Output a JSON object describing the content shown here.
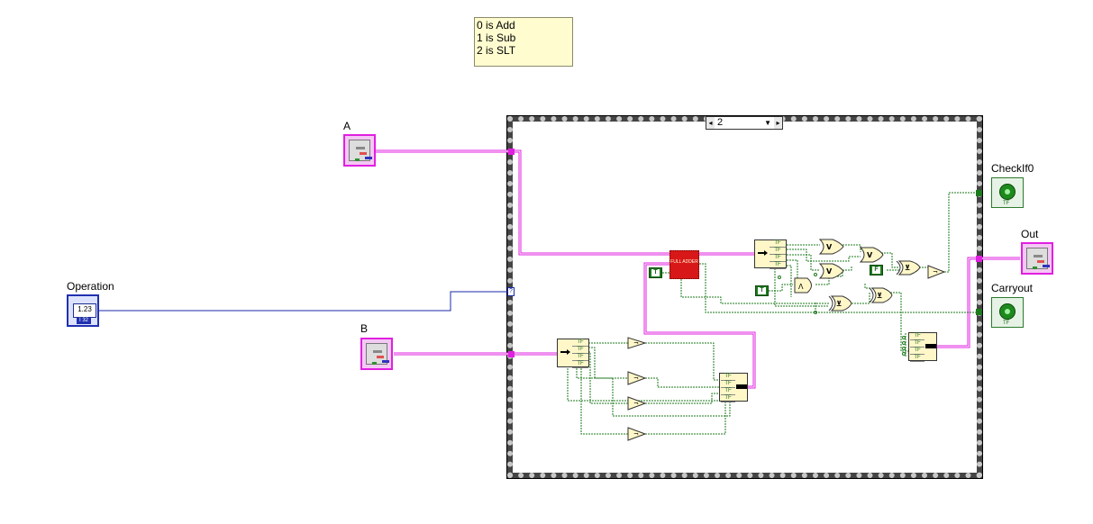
{
  "comment": {
    "lines": [
      "0 is Add",
      "1 is Sub",
      "2 is SLT"
    ]
  },
  "labels": {
    "a": "A",
    "b": "B",
    "operation": "Operation",
    "checkif0": "CheckIf0",
    "out": "Out",
    "carryout": "Carryout"
  },
  "case_selector": {
    "value": "2"
  },
  "operation_display": "1.23",
  "operation_tag": "I 32",
  "full_adder": "FULL ADDER",
  "constants": {
    "true_symbol": "T",
    "false_symbol": "F"
  },
  "gates": {
    "or": "V",
    "and": "Λ",
    "xor": "⊻",
    "not": "¬"
  },
  "colors": {
    "cluster_wire": "#e020e0",
    "numeric_wire": "#1a2aa8",
    "boolean_wire": "#1e7a1e"
  }
}
